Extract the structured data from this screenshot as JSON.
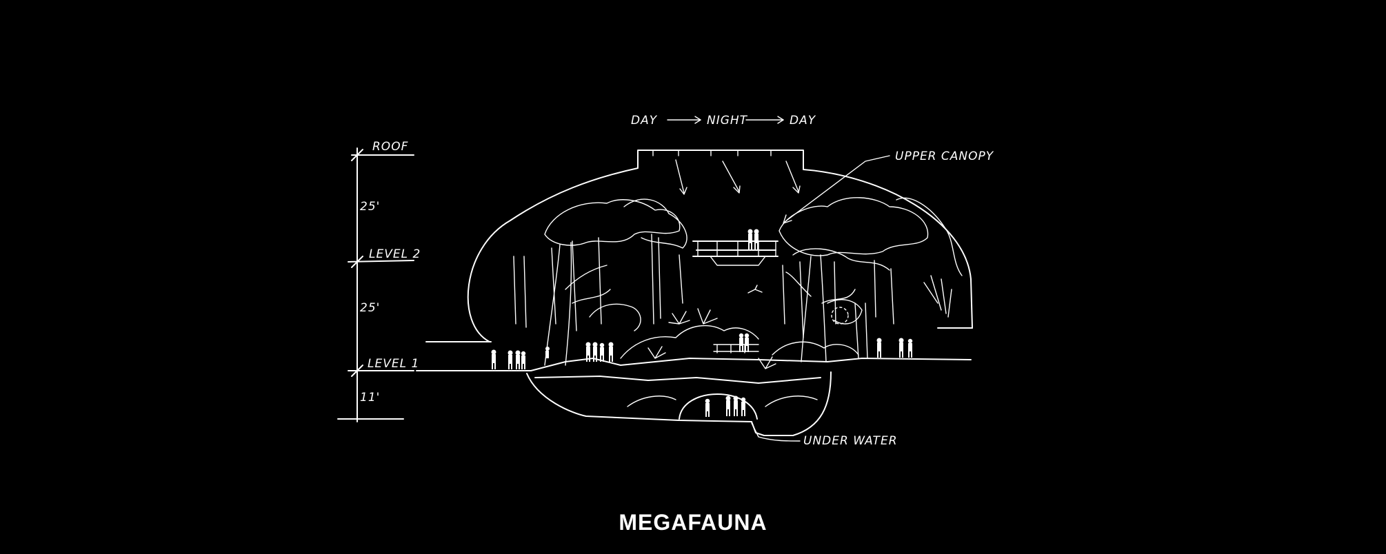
{
  "title": "MEGAFAUNA",
  "cycle": {
    "a": "DAY",
    "b": "NIGHT",
    "c": "DAY"
  },
  "levels": {
    "roof": "ROOF",
    "level2": "LEVEL 2",
    "level1": "LEVEL 1"
  },
  "dimensions": {
    "upper": "25'",
    "middle": "25'",
    "lower": "11'"
  },
  "callouts": {
    "canopy": "UPPER CANOPY",
    "water": "UNDER WATER"
  },
  "colors": {
    "background": "#000000",
    "ink": "#ffffff"
  }
}
